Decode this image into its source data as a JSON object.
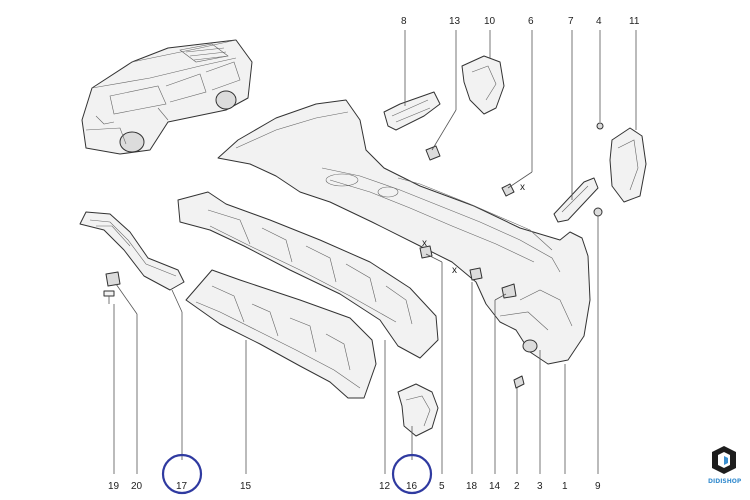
{
  "colors": {
    "highlight_circle": "#2f3aa0",
    "line": "#333333",
    "logo_primary": "#1d1d1d",
    "logo_accent": "#3a8fd0"
  },
  "diagram": {
    "part_labels": [
      "8",
      "13",
      "10",
      "6",
      "7",
      "4",
      "11",
      "19",
      "20",
      "17",
      "15",
      "12",
      "16",
      "5",
      "18",
      "14",
      "2",
      "3",
      "1",
      "9"
    ],
    "highlighted_labels": [
      "17",
      "16"
    ],
    "cross_marks": [
      "x",
      "x",
      "x"
    ]
  },
  "logo": {
    "text": "DIDISHOP",
    "icon": "shop-logo-icon"
  }
}
